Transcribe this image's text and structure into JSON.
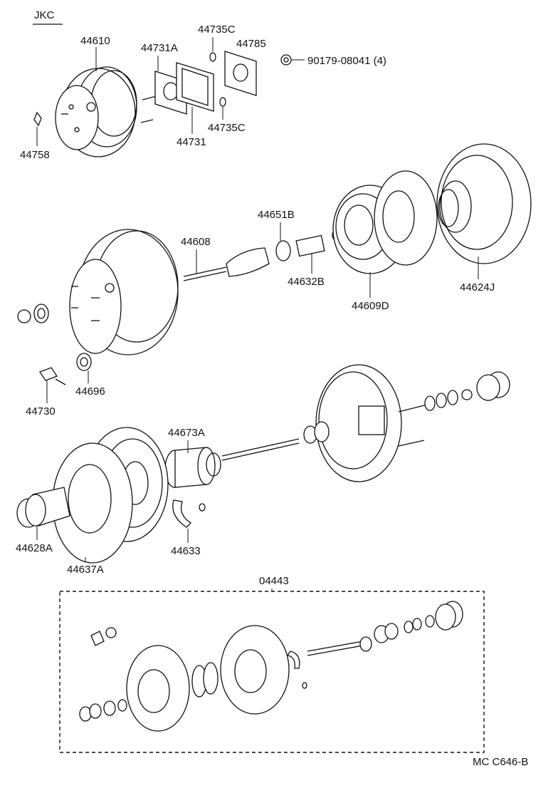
{
  "header": {
    "code": "JKC"
  },
  "footer": {
    "code": "MC  C646-B"
  },
  "parts": {
    "p44610": "44610",
    "p44731A": "44731A",
    "p44735C_top": "44735C",
    "p44785": "44785",
    "p90179": "90179-08041 (4)",
    "p44735C_bottom": "44735C",
    "p44731": "44731",
    "p44758": "44758",
    "p44651B": "44651B",
    "p44608": "44608",
    "p44632B": "44632B",
    "p44609D": "44609D",
    "p44624J": "44624J",
    "p44696": "44696",
    "p44730": "44730",
    "p44673A": "44673A",
    "p44628A": "44628A",
    "p44637A": "44637A",
    "p44633": "44633",
    "p04443": "04443"
  }
}
